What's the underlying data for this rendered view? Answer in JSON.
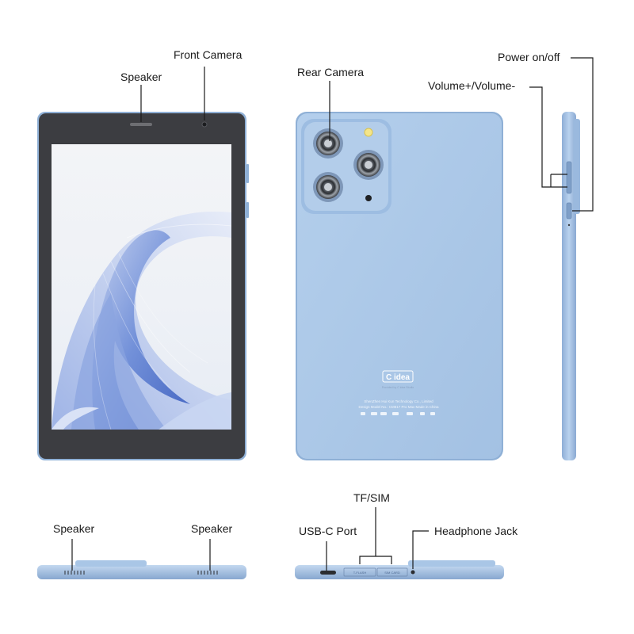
{
  "labels": {
    "front_camera": "Front Camera",
    "speaker_top": "Speaker",
    "rear_camera": "Rear Camera",
    "power": "Power on/off",
    "volume": "Volume+/Volume-",
    "speaker_bottom_left": "Speaker",
    "speaker_bottom_right": "Speaker",
    "usb_c": "USB-C Port",
    "tf_sim": "TF/SIM",
    "headphone": "Headphone Jack"
  },
  "back_print": {
    "logo": "C idea",
    "tagline": "Provided by C idea Studio",
    "line1": "ShenZhen Hui Kun Technology Co., Limited",
    "line2": "Design Model No.: CM817 Pro Max  Made in China"
  },
  "slot_print": {
    "tf": "T-FLASH",
    "sim": "SIM CARD"
  },
  "colors": {
    "tablet_blue": "#a9c6e6",
    "tablet_edge": "#8fb0d6",
    "bezel": "#3c3d41",
    "text": "#1a1a1a",
    "leader": "#1a1a1a"
  }
}
